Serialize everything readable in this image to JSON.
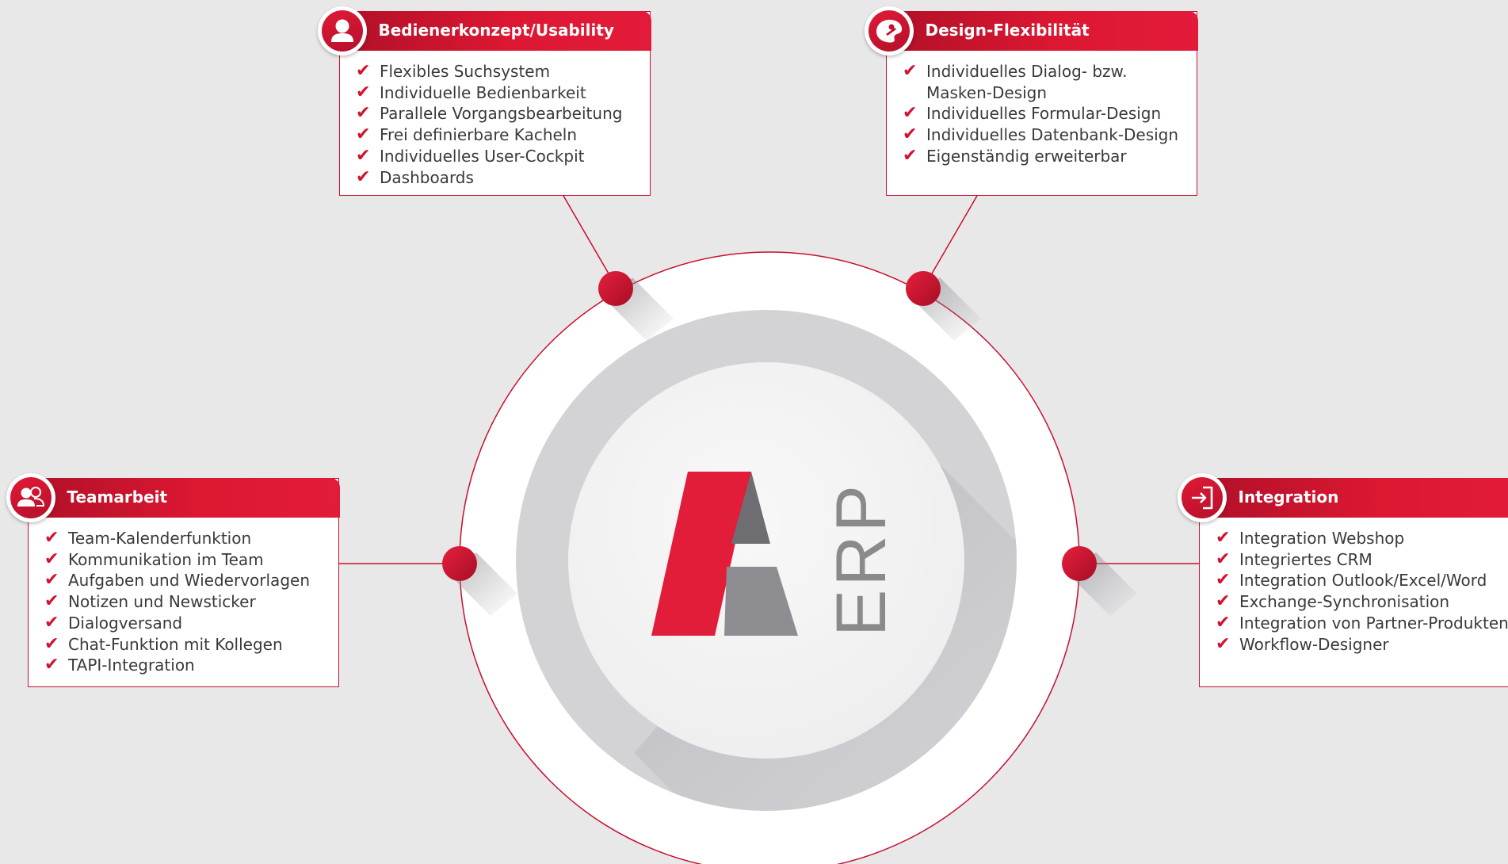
{
  "colors": {
    "background": "#e8e8e9",
    "accent_red": "#d3112f",
    "logo_gray": "#8a8a8c",
    "text": "#3a3a3a"
  },
  "center": {
    "logo_icon": "a-erp-logo-icon",
    "logo_text": "ERP"
  },
  "boxes": [
    {
      "title": "Bedienerkonzept/Usability",
      "icon": "person-icon",
      "items": [
        "Flexibles Suchsystem",
        "Individuelle Bedienbarkeit",
        "Parallele Vorgangsbearbeitung",
        "Frei definierbare Kacheln",
        "Individuelles User-Cockpit",
        "Dashboards"
      ]
    },
    {
      "title": "Design-Flexibilität",
      "icon": "palette-icon",
      "items": [
        "Individuelles Dialog- bzw.",
        "Masken-Design",
        "Individuelles Formular-Design",
        "Individuelles Datenbank-Design",
        "Eigenständig erweiterbar"
      ]
    },
    {
      "title": "Teamarbeit",
      "icon": "team-icon",
      "items": [
        "Team-Kalenderfunktion",
        "Kommunikation im Team",
        "Aufgaben und Wiedervorlagen",
        "Notizen und Newsticker",
        "Dialogversand",
        "Chat-Funktion mit Kollegen",
        "TAPI-Integration"
      ]
    },
    {
      "title": "Integration",
      "icon": "sign-in-icon",
      "items": [
        "Integration Webshop",
        "Integriertes CRM",
        "Integration Outlook/Excel/Word",
        "Exchange-Synchronisation",
        "Integration von Partner-Produkten",
        "Workflow-Designer"
      ]
    }
  ]
}
